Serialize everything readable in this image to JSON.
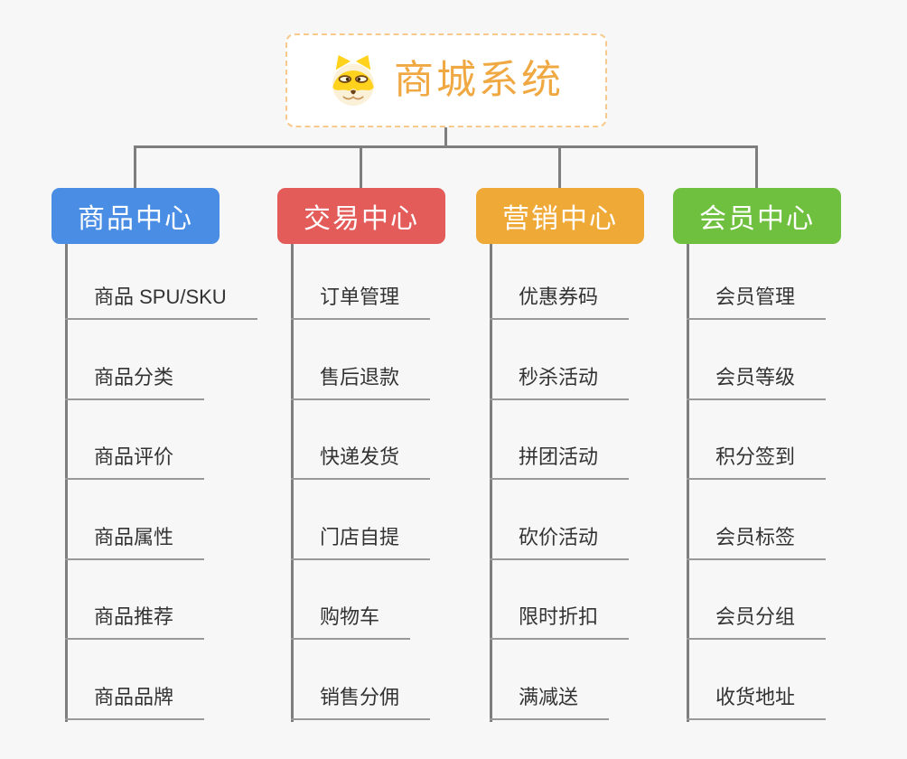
{
  "app": {
    "background": "#f7f7f7",
    "connector_color": "#7e7e7e",
    "leaf_underline_color": "#999999",
    "leaf_text_color": "#333333"
  },
  "root": {
    "title": "商城系统",
    "icon": "doge-face-icon",
    "title_color": "#f0a843",
    "border_color": "#f7c98c"
  },
  "branches": [
    {
      "label": "商品中心",
      "color": "#4a8de4",
      "items": [
        "商品 SPU/SKU",
        "商品分类",
        "商品评价",
        "商品属性",
        "商品推荐",
        "商品品牌"
      ]
    },
    {
      "label": "交易中心",
      "color": "#e35c5a",
      "items": [
        "订单管理",
        "售后退款",
        "快递发货",
        "门店自提",
        "购物车",
        "销售分佣"
      ]
    },
    {
      "label": "营销中心",
      "color": "#efa937",
      "items": [
        "优惠券码",
        "秒杀活动",
        "拼团活动",
        "砍价活动",
        "限时折扣",
        "满减送"
      ]
    },
    {
      "label": "会员中心",
      "color": "#70c040",
      "items": [
        "会员管理",
        "会员等级",
        "积分签到",
        "会员标签",
        "会员分组",
        "收货地址"
      ]
    }
  ]
}
